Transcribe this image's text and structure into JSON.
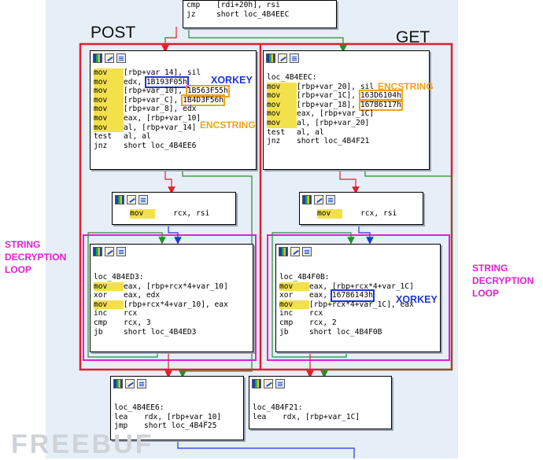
{
  "headings": {
    "post": "POST",
    "get": "GET"
  },
  "annotations": {
    "xorkey": "XORKEY",
    "encstring": "ENCSTRING",
    "loop_left": [
      "STRING",
      "DECRYPTION",
      "LOOP"
    ],
    "loop_right": [
      "STRING",
      "DECRYPTION",
      "LOOP"
    ]
  },
  "watermark": "FREEBUF",
  "colors": {
    "post_frame": "#e0202a",
    "loop_frame": "#e020d0",
    "xor_box": "#1e35d6",
    "enc_box": "#f0a21a",
    "edge_true": "#2b8a2b",
    "edge_false": "#e0202a",
    "edge_uncond": "#1e35d6"
  },
  "top_block": {
    "lines": [
      {
        "mn": "cmp",
        "op": "[rdi+20h], rsi"
      },
      {
        "mn": "jz",
        "op": "short loc_4B4EEC"
      }
    ]
  },
  "post_block": {
    "lines": [
      {
        "mn": "mov",
        "op": "[rbp+var_14], sil",
        "hl": true
      },
      {
        "mn": "mov",
        "pre": "edx, ",
        "box": "1B193F05h",
        "hl": true
      },
      {
        "mn": "mov",
        "pre": "[rbp+var_10], ",
        "box": "1B563F55h",
        "hl": true
      },
      {
        "mn": "mov",
        "pre": "[rbp+var_C], ",
        "box": "1B4D3F56h",
        "hl": true
      },
      {
        "mn": "mov",
        "op": "[rbp+var_8], edx",
        "hl": true
      },
      {
        "mn": "mov",
        "op": "eax, [rbp+var_10]",
        "hl": true
      },
      {
        "mn": "mov",
        "op": "al, [rbp+var_14]",
        "hl": true
      },
      {
        "mn": "test",
        "op": "al, al"
      },
      {
        "mn": "jnz",
        "op": "short loc_4B4EE6"
      }
    ]
  },
  "get_block": {
    "label": "loc_4B4EEC:",
    "lines": [
      {
        "mn": "mov",
        "op": "[rbp+var_20], sil",
        "hl": true
      },
      {
        "mn": "mov",
        "pre": "[rbp+var_1C], ",
        "box": "163D6104h",
        "hl": true
      },
      {
        "mn": "mov",
        "pre": "[rbp+var_18], ",
        "box": "16786117h",
        "hl": true
      },
      {
        "mn": "mov",
        "op": "eax, [rbp+var_1C]",
        "hl": true
      },
      {
        "mn": "mov",
        "op": "al, [rbp+var_20]",
        "hl": true
      },
      {
        "mn": "test",
        "op": "al, al"
      },
      {
        "mn": "jnz",
        "op": "short loc_4B4F21"
      }
    ]
  },
  "small_left": {
    "mn": "mov",
    "op": "rcx, rsi"
  },
  "small_right": {
    "mn": "mov",
    "op": "rcx, rsi"
  },
  "loop_left": {
    "label": "loc_4B4ED3:",
    "lines": [
      {
        "mn": "mov",
        "op": "eax, [rbp+rcx*4+var_10]",
        "hl": true
      },
      {
        "mn": "xor",
        "op": "eax, edx"
      },
      {
        "mn": "mov",
        "op": "[rbp+rcx*4+var_10], eax",
        "hl": true
      },
      {
        "mn": "inc",
        "op": "rcx"
      },
      {
        "mn": "cmp",
        "op": "rcx, 3"
      },
      {
        "mn": "jb",
        "op": "short loc_4B4ED3"
      }
    ]
  },
  "loop_right": {
    "label": "loc_4B4F0B:",
    "lines": [
      {
        "mn": "mov",
        "op": "eax, [rbp+rcx*4+var_1C]",
        "hl": true
      },
      {
        "mn": "xor",
        "pre": "eax, ",
        "box": "16786143h"
      },
      {
        "mn": "mov",
        "op": "[rbp+rcx*4+var_1C], eax",
        "hl": true
      },
      {
        "mn": "inc",
        "op": "rcx"
      },
      {
        "mn": "cmp",
        "op": "rcx, 2"
      },
      {
        "mn": "jb",
        "op": "short loc_4B4F0B"
      }
    ]
  },
  "bottom_left": {
    "label": "loc_4B4EE6:",
    "lines": [
      {
        "mn": "lea",
        "op": "rdx, [rbp+var_10]"
      },
      {
        "mn": "jmp",
        "op": "short loc_4B4F25"
      }
    ]
  },
  "bottom_right": {
    "label": "loc_4B4F21:",
    "lines": [
      {
        "mn": "lea",
        "op": "rdx, [rbp+var_1C]"
      }
    ]
  }
}
